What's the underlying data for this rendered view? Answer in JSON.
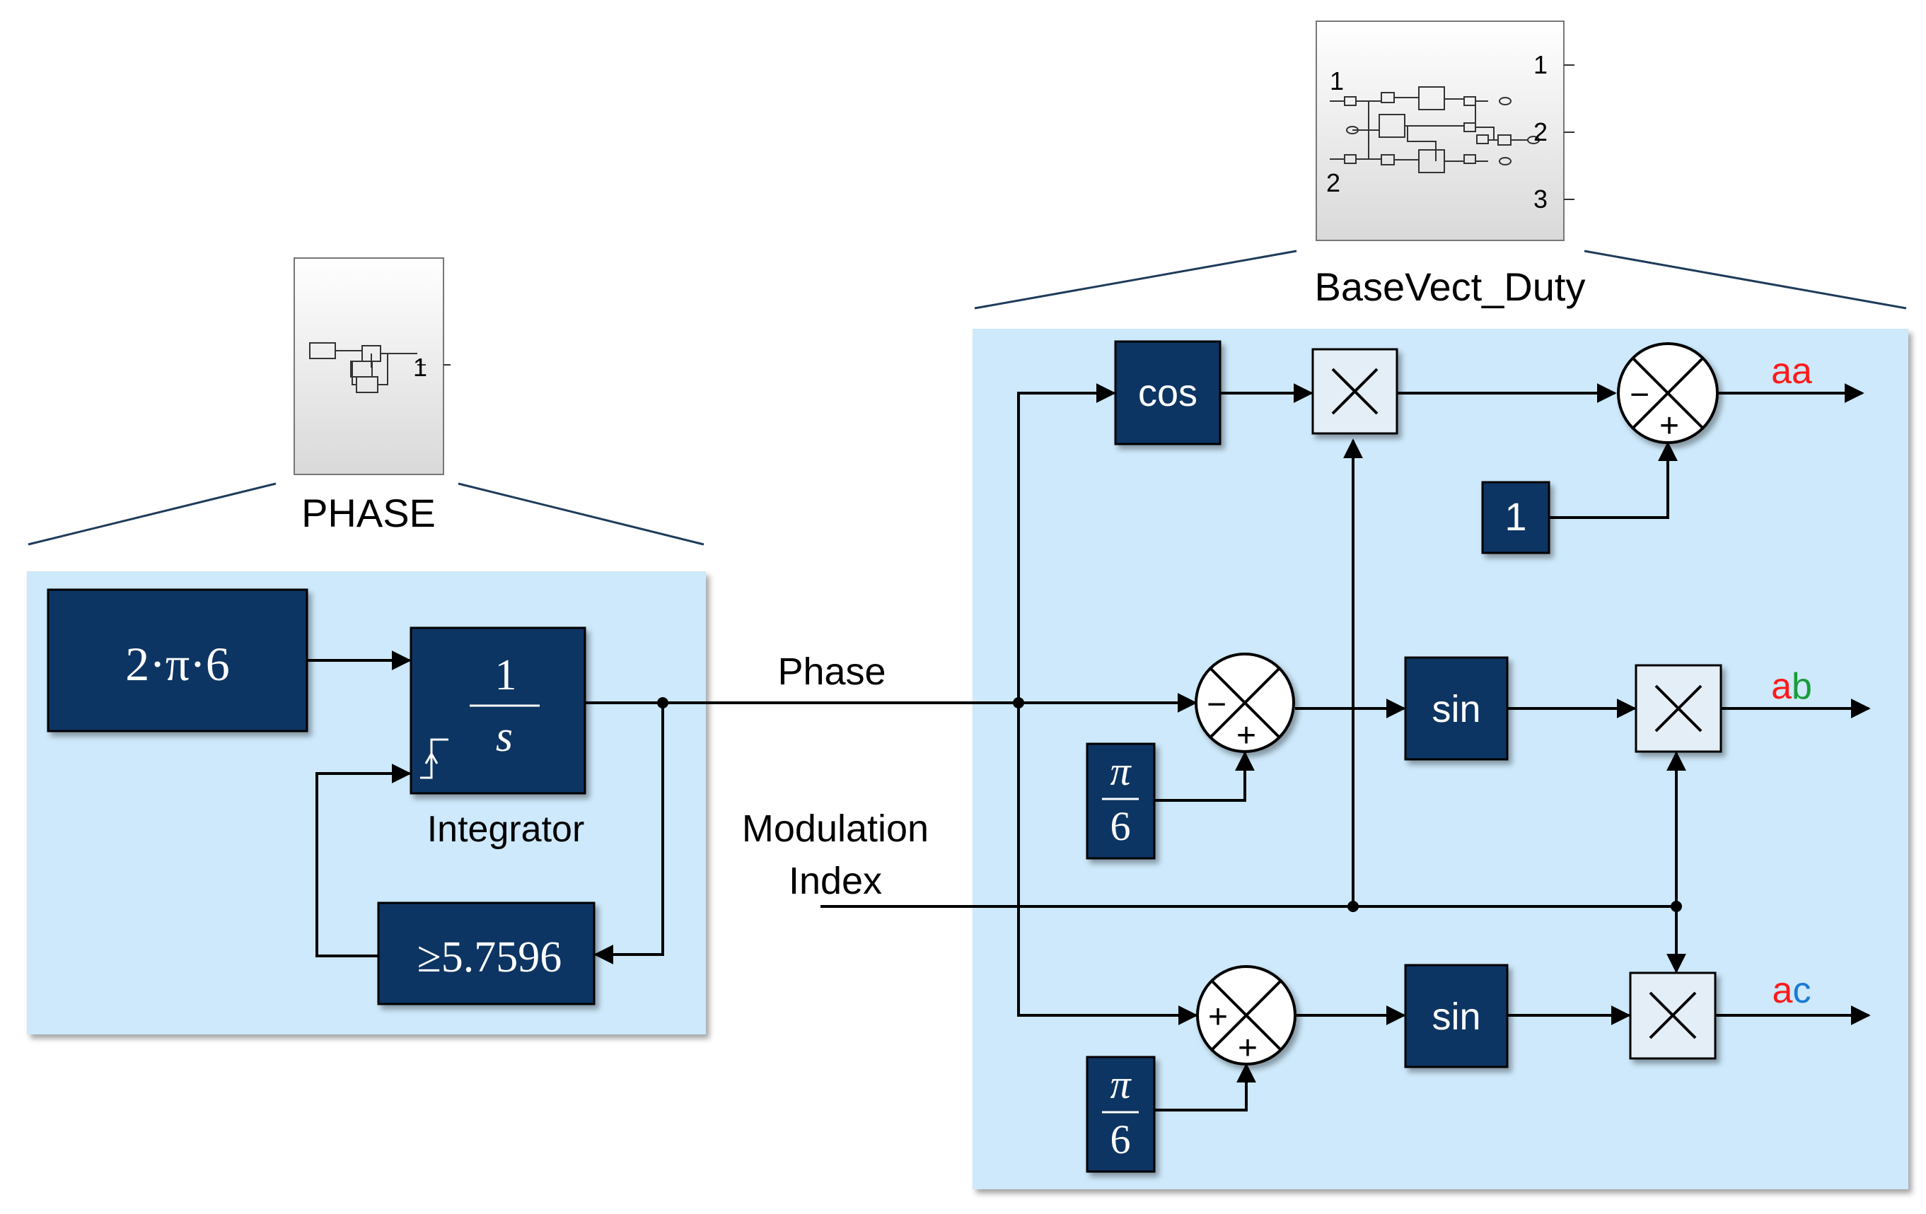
{
  "phase_subsystem": {
    "title": "PHASE",
    "port_label": "1",
    "gain_label": "2·π·6",
    "integrator": {
      "numerator": "1",
      "denominator": "s",
      "caption": "Integrator"
    },
    "compare_label": "≥5.7596"
  },
  "basevect_subsystem": {
    "title": "BaseVect_Duty",
    "input_ports": [
      "1",
      "2"
    ],
    "output_ports": [
      "1",
      "2",
      "3"
    ],
    "cos_label": "cos",
    "sin_label": "sin",
    "const_one": "1",
    "pi_num": "π",
    "pi_den": "6",
    "signs": {
      "minus": "−",
      "plus": "+"
    },
    "multiply_symbol": "×"
  },
  "signals": {
    "phase": "Phase",
    "mod_line1": "Modulation",
    "mod_line2": "Index"
  },
  "outputs": [
    {
      "prefix": "a",
      "suffix": "a"
    },
    {
      "prefix": "a",
      "suffix": "b"
    },
    {
      "prefix": "a",
      "suffix": "c"
    }
  ],
  "colors": {
    "block": "#0d3563",
    "panel": "#cde9fb",
    "red": "#ff1a1a",
    "green": "#1a9b3a",
    "blue": "#1a7ad6"
  }
}
